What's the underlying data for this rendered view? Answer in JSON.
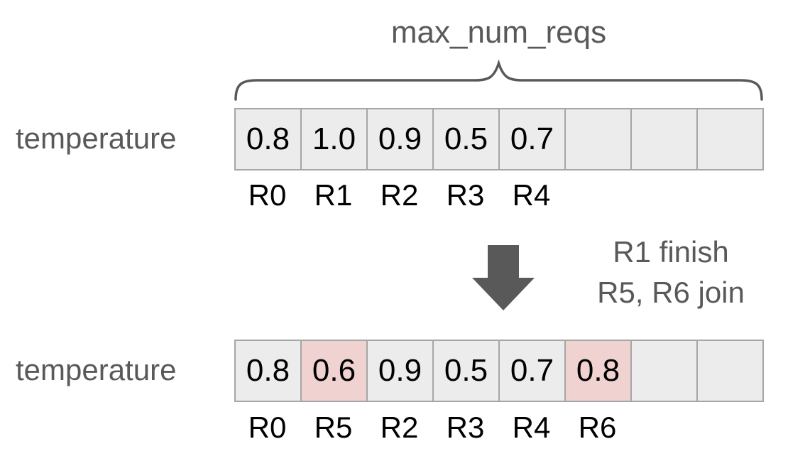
{
  "diagram": {
    "title": "max_num_reqs",
    "row1": {
      "label": "temperature",
      "cells": [
        "0.8",
        "1.0",
        "0.9",
        "0.5",
        "0.7",
        "",
        "",
        ""
      ],
      "highlighted_indices": [],
      "req_labels": [
        "R0",
        "R1",
        "R2",
        "R3",
        "R4"
      ]
    },
    "transition": {
      "line1": "R1 finish",
      "line2": "R5, R6 join",
      "arrow_icon": "down-block-arrow"
    },
    "row2": {
      "label": "temperature",
      "cells": [
        "0.8",
        "0.6",
        "0.9",
        "0.5",
        "0.7",
        "0.8",
        "",
        ""
      ],
      "highlighted_indices": [
        1,
        5
      ],
      "req_labels": [
        "R0",
        "R5",
        "R2",
        "R3",
        "R4",
        "R6"
      ]
    },
    "colors": {
      "muted_text": "#595959",
      "cell_bg": "#ececec",
      "cell_border": "#a6a6a6",
      "highlight_bg": "#f0d2d0",
      "value_text": "#000000",
      "arrow": "#595959"
    }
  }
}
